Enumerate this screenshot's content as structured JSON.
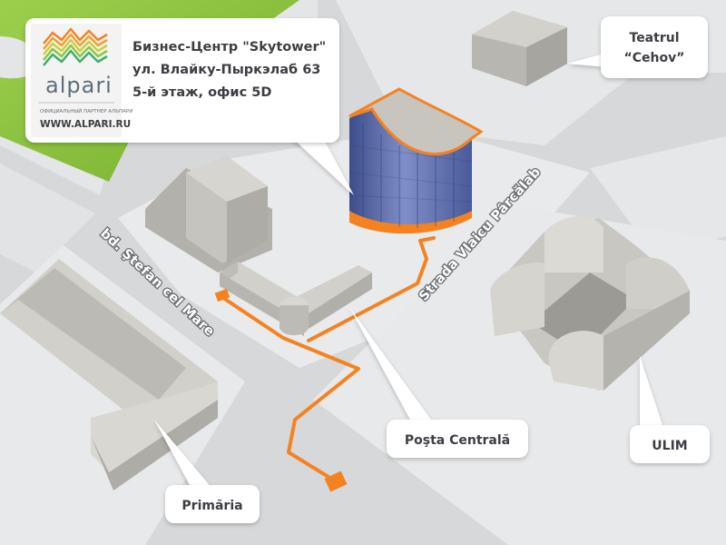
{
  "info_box": {
    "logo_text": "alpari",
    "logo_tagline": "ОФИЦИАЛЬНЫЙ ПАРТНЕР АЛЬПАРИ",
    "logo_url": "WWW.ALPARI.RU",
    "title": "Бизнес-Центр \"Skytower\"",
    "address": "ул. Влайку-Пыркэлаб 63",
    "office": "5-й этаж, офис 5D"
  },
  "streets": {
    "stefan_cel_mare": "bd. Ştefan cel Mare",
    "vlaicu_parcalab": "Strada Vlaicu Pârcălab"
  },
  "callouts": {
    "teatrul": [
      "Teatrul",
      "“Cehov”"
    ],
    "posta": "Poşta Centrală",
    "ulim": "ULIM",
    "primaria": "Primăria"
  },
  "colors": {
    "route": "#f58220",
    "grass": "#8cc63f",
    "ground": "#d8dadc",
    "block": "#e9eaeb",
    "building": "#c9c7c2",
    "glass": "#5a6aa6",
    "text": "#3c3e42"
  }
}
